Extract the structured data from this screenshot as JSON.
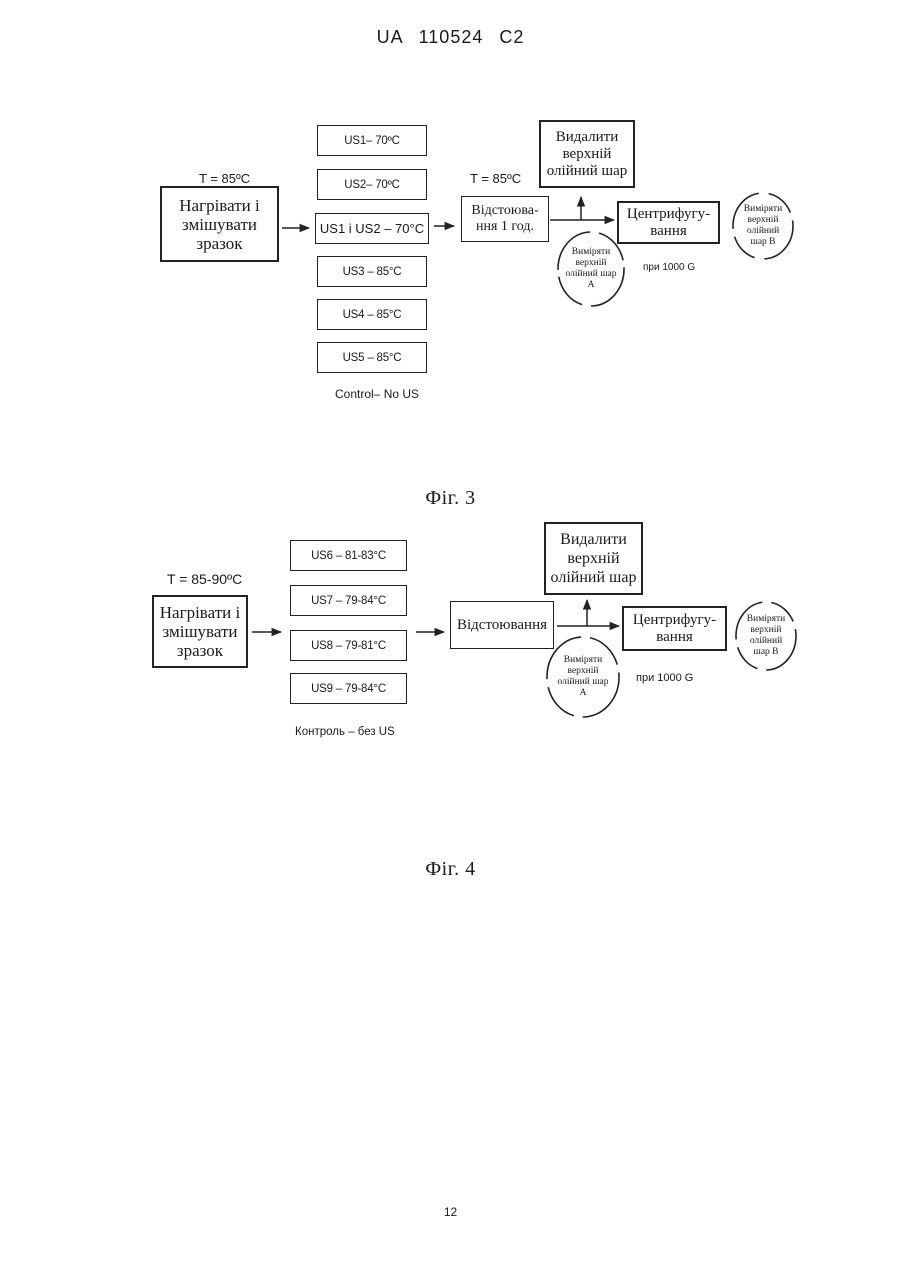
{
  "header": {
    "text": "UA   110524   C2"
  },
  "fig3": {
    "temp_left": "T = 85ºC",
    "heat_mix": "Нагрівати і змішувати зразок",
    "us_boxes": [
      "US1– 70ºC",
      "US2– 70ºC",
      "US1 і US2 – 70°C",
      "US3 – 85°C",
      "US4 – 85°C",
      "US5 – 85°C"
    ],
    "control": "Control– No US",
    "temp_mid": "T = 85ºC",
    "settle": "Відстоюва-ння 1 год.",
    "remove": "Видалити верхній олійний шар",
    "centrifuge": "Центрифугу-вання",
    "speed": "при 1000 G",
    "measure_a": "Виміряти верхній олійний шар А",
    "measure_b": "Виміряти верхній олійний шар В",
    "caption": "Фiг. 3"
  },
  "fig4": {
    "temp_left": "T = 85-90ºC",
    "heat_mix": "Нагрівати і змішувати зразок",
    "us_boxes": [
      "US6 – 81-83°C",
      "US7 – 79-84°C",
      "US8 – 79-81°C",
      "US9 – 79-84°C"
    ],
    "control": "Контроль – без US",
    "settle": "Відстоювання",
    "remove": "Видалити верхній олійний шар",
    "centrifuge": "Центрифугу-вання",
    "speed": "при 1000 G",
    "measure_a": "Виміряти верхній олійний шар А",
    "measure_b": "Виміряти верхній олійний шар В",
    "caption": "Фiг. 4"
  },
  "page_number": "12"
}
